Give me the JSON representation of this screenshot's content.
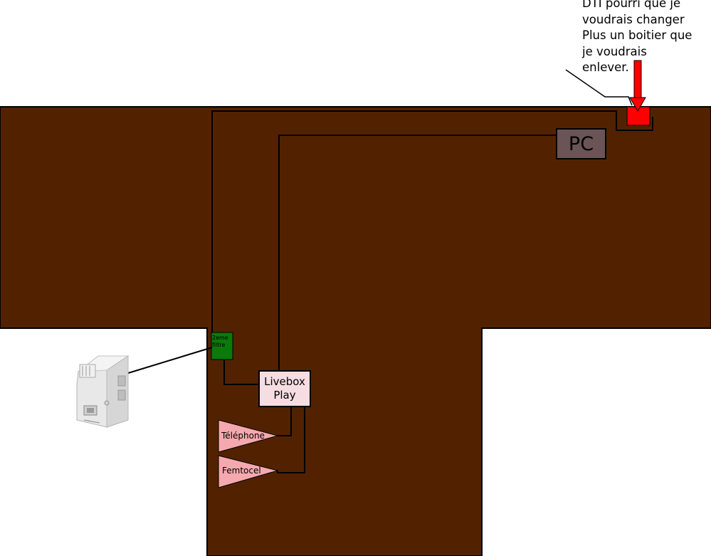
{
  "note": {
    "text": "DTI pourri que je\nvoudrais changer\nPlus un boitier que\nje voudrais\nenlever."
  },
  "devices": {
    "pc": "PC",
    "livebox": "Livebox\nPlay",
    "filtre": "2eme\nfiltre",
    "telephone": "Téléphone",
    "femtocel": "Femtocel"
  },
  "colors": {
    "floor": "#522200",
    "pc_box": "#6b5456",
    "livebox_box": "#f5dde2",
    "filtre_box": "#0a7a0a",
    "triangle": "#f5a9ae",
    "dti_box": "#ff0000",
    "arrow": "#ff0000"
  },
  "icons": {
    "adapter": "phone-splitter-adapter-icon",
    "arrow": "arrow-down-icon"
  }
}
